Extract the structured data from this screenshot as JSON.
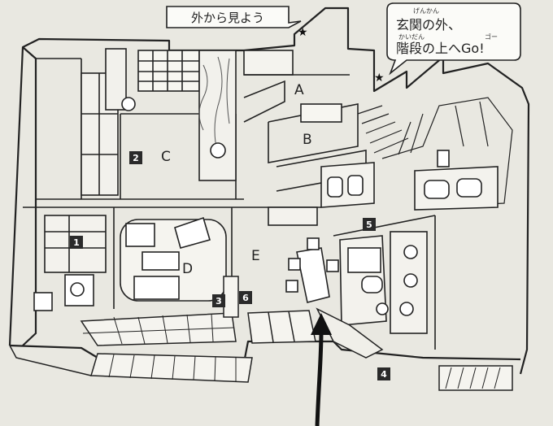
{
  "callouts": {
    "outside": "外から見よう",
    "entrance_line1": "玄関の外、",
    "entrance_line2": "階段の上へGo!",
    "ruby_genkan": "げんかん",
    "ruby_kaidan": "かいだん",
    "ruby_go": "ゴー"
  },
  "rooms": {
    "a": "A",
    "b": "B",
    "c": "C",
    "d": "D",
    "e": "E"
  },
  "markers": {
    "m1": "1",
    "m2": "2",
    "m3": "3",
    "m4": "4",
    "m5": "5",
    "m6": "6"
  },
  "stars": {
    "star1": "★",
    "star2": "★"
  },
  "colors": {
    "paper": "#e9e8e1",
    "ink": "#222222",
    "badge": "#2a2a2a"
  }
}
